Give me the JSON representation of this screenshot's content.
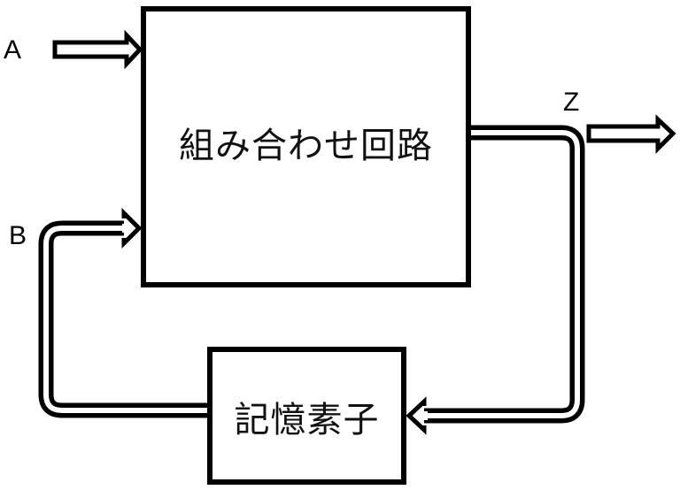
{
  "diagram": {
    "title": "",
    "nodes": {
      "combinational_circuit": {
        "label": "組み合わせ回路"
      },
      "memory_element": {
        "label": "記憶素子"
      }
    },
    "signals": {
      "input_a": {
        "label": "A"
      },
      "input_b": {
        "label": "B"
      },
      "output_z": {
        "label": "Z"
      }
    },
    "edges": [
      {
        "from": "A",
        "to": "組み合わせ回路"
      },
      {
        "from": "組み合わせ回路",
        "to": "Z"
      },
      {
        "from": "組み合わせ回路",
        "to": "記憶素子"
      },
      {
        "from": "記憶素子",
        "to": "組み合わせ回路",
        "via": "B"
      }
    ],
    "colors": {
      "stroke": "#000000",
      "fill": "#ffffff"
    }
  }
}
